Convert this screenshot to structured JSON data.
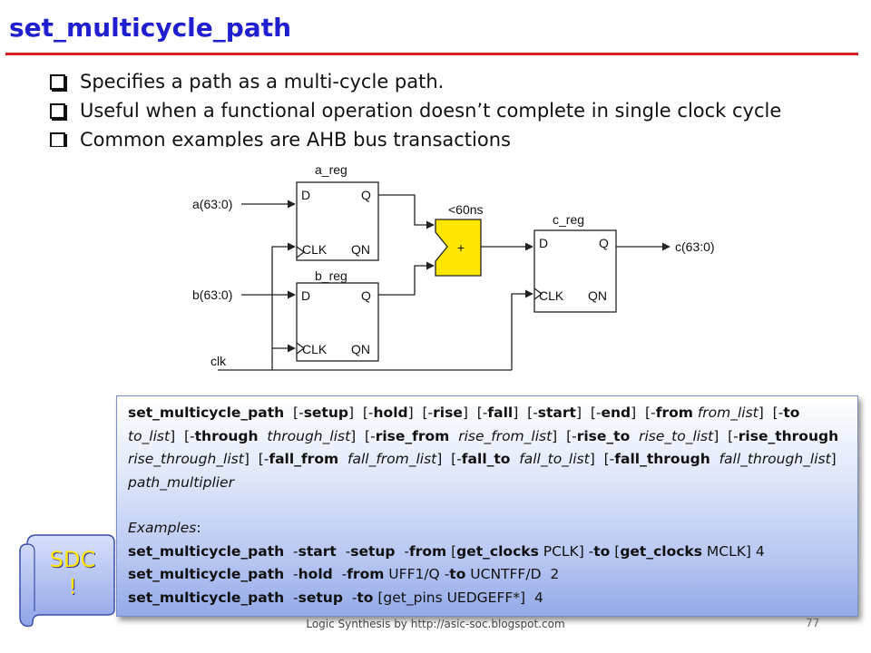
{
  "slide": {
    "title": "set_multicycle_path",
    "bullets": [
      "Specifies a path as a multi-cycle path.",
      "Useful when a functional operation doesn’t complete in single clock cycle",
      "Common examples are AHB bus transactions"
    ],
    "footer": "Logic Synthesis by http://asic-soc.blogspot.com",
    "page_number": "77",
    "badge": {
      "line1": "SDC",
      "line2": "!"
    }
  },
  "diagram": {
    "registers": [
      {
        "name": "a_reg",
        "pins": [
          "D",
          "Q",
          "CLK",
          "QN"
        ]
      },
      {
        "name": "b_reg",
        "pins": [
          "D",
          "Q",
          "CLK",
          "QN"
        ]
      },
      {
        "name": "c_reg",
        "pins": [
          "D",
          "Q",
          "CLK",
          "QN"
        ]
      }
    ],
    "inputs": [
      "a(63:0)",
      "b(63:0)",
      "clk"
    ],
    "output": "c(63:0)",
    "adder": {
      "symbol": "+",
      "delay_label": "<60ns",
      "fill": "#ffe600"
    }
  },
  "syntax": {
    "segments": [
      {
        "t": "set_multicycle_path",
        "s": "b"
      },
      {
        "t": "  [-",
        "s": "n"
      },
      {
        "t": "setup",
        "s": "b"
      },
      {
        "t": "]  [-",
        "s": "n"
      },
      {
        "t": "hold",
        "s": "b"
      },
      {
        "t": "]  [-",
        "s": "n"
      },
      {
        "t": "rise",
        "s": "b"
      },
      {
        "t": "]  [-",
        "s": "n"
      },
      {
        "t": "fall",
        "s": "b"
      },
      {
        "t": "]  [-",
        "s": "n"
      },
      {
        "t": "start",
        "s": "b"
      },
      {
        "t": "]  [-",
        "s": "n"
      },
      {
        "t": "end",
        "s": "b"
      },
      {
        "t": "]  [-",
        "s": "n"
      },
      {
        "t": "from",
        "s": "b"
      },
      {
        "t": " ",
        "s": "n"
      },
      {
        "t": "from_list",
        "s": "i"
      },
      {
        "t": "]  [-",
        "s": "n"
      },
      {
        "t": "to",
        "s": "b"
      },
      {
        "t": " ",
        "s": "n"
      },
      {
        "t": "to_list",
        "s": "i"
      },
      {
        "t": "]  [-",
        "s": "n"
      },
      {
        "t": "through",
        "s": "b"
      },
      {
        "t": "  ",
        "s": "n"
      },
      {
        "t": "through_list",
        "s": "i"
      },
      {
        "t": "]  [-",
        "s": "n"
      },
      {
        "t": "rise_from",
        "s": "b"
      },
      {
        "t": "  ",
        "s": "n"
      },
      {
        "t": "rise_from_list",
        "s": "i"
      },
      {
        "t": "]  [-",
        "s": "n"
      },
      {
        "t": "rise_to",
        "s": "b"
      },
      {
        "t": "  ",
        "s": "n"
      },
      {
        "t": "rise_to_list",
        "s": "i"
      },
      {
        "t": "]  [-",
        "s": "n"
      },
      {
        "t": "rise_through",
        "s": "b"
      },
      {
        "t": "  ",
        "s": "n"
      },
      {
        "t": "rise_through_list",
        "s": "i"
      },
      {
        "t": "]  [-",
        "s": "n"
      },
      {
        "t": "fall_from",
        "s": "b"
      },
      {
        "t": "  ",
        "s": "n"
      },
      {
        "t": "fall_from_list",
        "s": "i"
      },
      {
        "t": "]  [-",
        "s": "n"
      },
      {
        "t": "fall_to",
        "s": "b"
      },
      {
        "t": "  ",
        "s": "n"
      },
      {
        "t": "fall_to_list",
        "s": "i"
      },
      {
        "t": "]  [-",
        "s": "n"
      },
      {
        "t": "fall_through",
        "s": "b"
      },
      {
        "t": "  ",
        "s": "n"
      },
      {
        "t": "fall_through_list",
        "s": "i"
      },
      {
        "t": "]  ",
        "s": "n"
      },
      {
        "t": "path_multiplier",
        "s": "i"
      }
    ]
  },
  "examples": {
    "label": "Examples",
    "label_suffix": ":",
    "lines": [
      [
        {
          "t": "set_multicycle_path",
          "s": "b"
        },
        {
          "t": "  -",
          "s": "n"
        },
        {
          "t": "start",
          "s": "b"
        },
        {
          "t": "  -",
          "s": "n"
        },
        {
          "t": "setup",
          "s": "b"
        },
        {
          "t": "  -",
          "s": "n"
        },
        {
          "t": "from",
          "s": "b"
        },
        {
          "t": " [",
          "s": "n"
        },
        {
          "t": "get_clocks",
          "s": "b"
        },
        {
          "t": " PCLK] -",
          "s": "n"
        },
        {
          "t": "to",
          "s": "b"
        },
        {
          "t": " [",
          "s": "n"
        },
        {
          "t": "get_clocks",
          "s": "b"
        },
        {
          "t": " MCLK] 4",
          "s": "n"
        }
      ],
      [
        {
          "t": "set_multicycle_path",
          "s": "b"
        },
        {
          "t": "  -",
          "s": "n"
        },
        {
          "t": "hold",
          "s": "b"
        },
        {
          "t": "  -",
          "s": "n"
        },
        {
          "t": "from",
          "s": "b"
        },
        {
          "t": " UFF1/Q -",
          "s": "n"
        },
        {
          "t": "to",
          "s": "b"
        },
        {
          "t": " UCNTFF/D  2",
          "s": "n"
        }
      ],
      [
        {
          "t": "set_multicycle_path",
          "s": "b"
        },
        {
          "t": "  -",
          "s": "n"
        },
        {
          "t": "setup",
          "s": "b"
        },
        {
          "t": "  -",
          "s": "n"
        },
        {
          "t": "to",
          "s": "b"
        },
        {
          "t": " [get_pins UEDGEFF*]  4",
          "s": "n"
        }
      ]
    ]
  },
  "colors": {
    "title": "#1f1fd0",
    "rule": "#e02020",
    "adder": "#ffe600",
    "badge_text": "#ffe600"
  }
}
